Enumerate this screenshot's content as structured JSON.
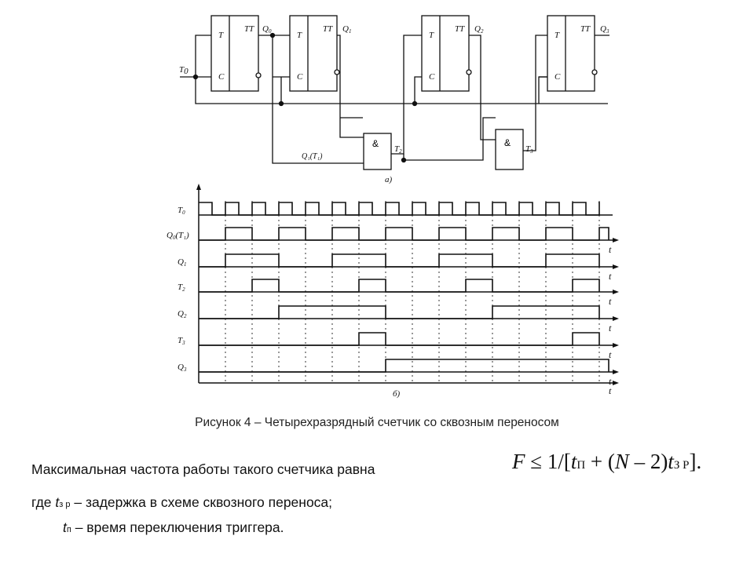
{
  "circuit": {
    "trigger_label": "TT",
    "t_input": "T",
    "c_input": "C",
    "and_symbol": "&",
    "t0_label": "T",
    "t0_sub": "0",
    "outputs": [
      "Q",
      "Q",
      "Q",
      "Q"
    ],
    "output_subs": [
      "0",
      "1",
      "2",
      "3"
    ],
    "feedback_label": "Q₁(T₁)",
    "t2_label": "T",
    "t2_sub": "2",
    "t3_label": "T",
    "t3_sub": "3",
    "part_a": "а)"
  },
  "timing": {
    "signals": [
      {
        "name": "T",
        "sub": "0",
        "suffix": "",
        "kind": "clock"
      },
      {
        "name": "Q",
        "sub": "0",
        "suffix": "(T₁)",
        "kind": "q0"
      },
      {
        "name": "Q",
        "sub": "1",
        "suffix": "",
        "kind": "q1"
      },
      {
        "name": "T",
        "sub": "2",
        "suffix": "",
        "kind": "t2"
      },
      {
        "name": "Q",
        "sub": "2",
        "suffix": "",
        "kind": "q2"
      },
      {
        "name": "T",
        "sub": "3",
        "suffix": "",
        "kind": "t3"
      },
      {
        "name": "Q",
        "sub": "3",
        "suffix": "",
        "kind": "q3"
      }
    ],
    "axis_label": "t",
    "part_b": "б)"
  },
  "text": {
    "caption": "Рисунок 4 – Четырехразрядный счетчик со сквозным переносом",
    "freq_text": "Максимальная частота работы такого счетчика равна",
    "formula_F": "F",
    "formula_op": " ≤ 1/[",
    "formula_t": "t",
    "formula_tp_sub": "П",
    "formula_mid": " + (",
    "formula_N": "N",
    "formula_after": " – 2)",
    "formula_t2": "t",
    "formula_tzr_sub": "З Р",
    "formula_end": "].",
    "where_prefix": "где ",
    "tzr_t": "t",
    "tzr_sub": "з р",
    "tzr_desc": " – задержка в схеме сквозного переноса;",
    "tp_t": "t",
    "tp_sub": "п",
    "tp_desc": " – время переключения триггера."
  }
}
